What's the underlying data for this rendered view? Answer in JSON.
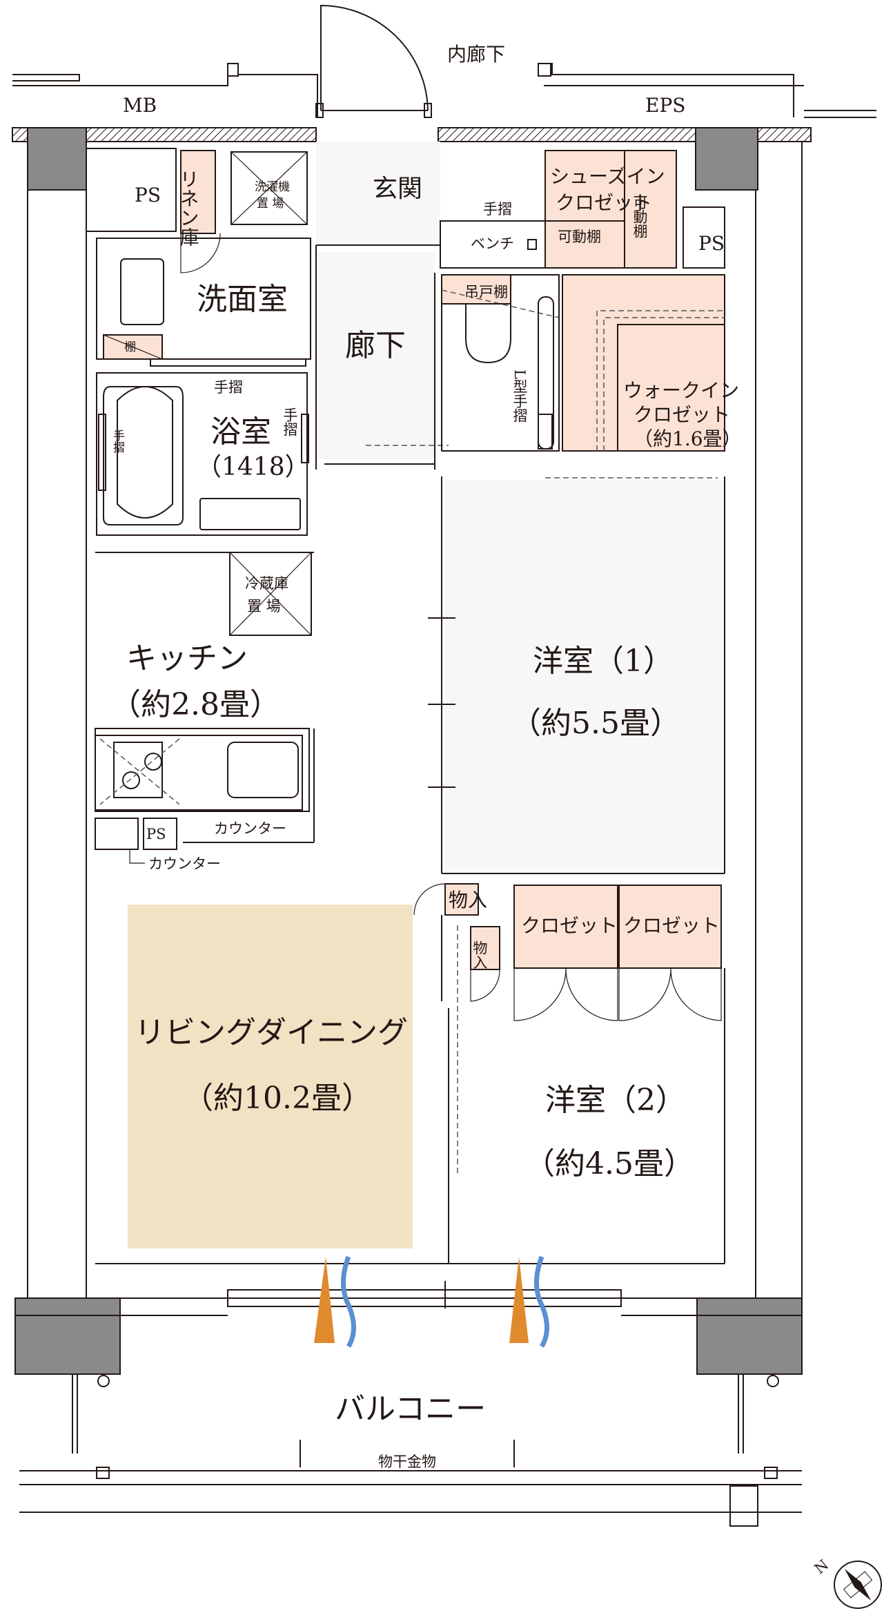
{
  "labels": {
    "inner_corridor": "内廊下",
    "mb": "MB",
    "eps": "EPS",
    "ps_top_left": "PS",
    "linen": "リネン庫",
    "washer_1": "洗濯機",
    "washer_2": "置 場",
    "entrance": "玄関",
    "shoes_closet_1": "シューズイン",
    "shoes_closet_2": "クロゼット",
    "movable_shelf_v": "可動棚",
    "handrail_entrance": "手摺",
    "bench": "ベンチ",
    "movable_shelf": "可動棚",
    "ps_right": "PS",
    "washroom": "洗面室",
    "shelf": "棚",
    "hanging_shelf": "吊戸棚",
    "corridor": "廊下",
    "l_handrail": "L型手摺",
    "wic_1": "ウォークイン",
    "wic_2": "クロゼット",
    "wic_3": "（約1.6畳）",
    "handrail_bath_top": "手摺",
    "bath": "浴室",
    "bath_size": "（1418）",
    "handrail_bath_left": "手摺",
    "handrail_bath_right": "手摺",
    "fridge_1": "冷蔵庫",
    "fridge_2": "置 場",
    "kitchen": "キッチン",
    "kitchen_size": "（約2.8畳）",
    "western_1": "洋室（1）",
    "western_1_size": "（約5.5畳）",
    "ps_kitchen": "PS",
    "counter_1": "カウンター",
    "counter_2": "カウンター",
    "storage_1": "物入",
    "storage_2": "物入",
    "closet_1": "クロゼット",
    "closet_2": "クロゼット",
    "ldk": "リビングダイニング",
    "ldk_size": "（約10.2畳）",
    "western_2": "洋室（2）",
    "western_2_size": "（約4.5畳）",
    "balcony": "バルコニー",
    "drying_hardware": "物干金物",
    "north": "N"
  },
  "colors": {
    "storage_fill": "#fbe2d5",
    "ldk_fill": "#f2e2c4",
    "wall_fill": "#8a8a8a",
    "airflow_orange": "#e08a2e",
    "airflow_blue": "#5b8fd0",
    "line": "#231815"
  },
  "icons": [
    "compass-icon",
    "airflow-icon",
    "toilet-icon",
    "bathtub-icon",
    "sink-icon",
    "stove-icon",
    "door-swing-icon"
  ]
}
